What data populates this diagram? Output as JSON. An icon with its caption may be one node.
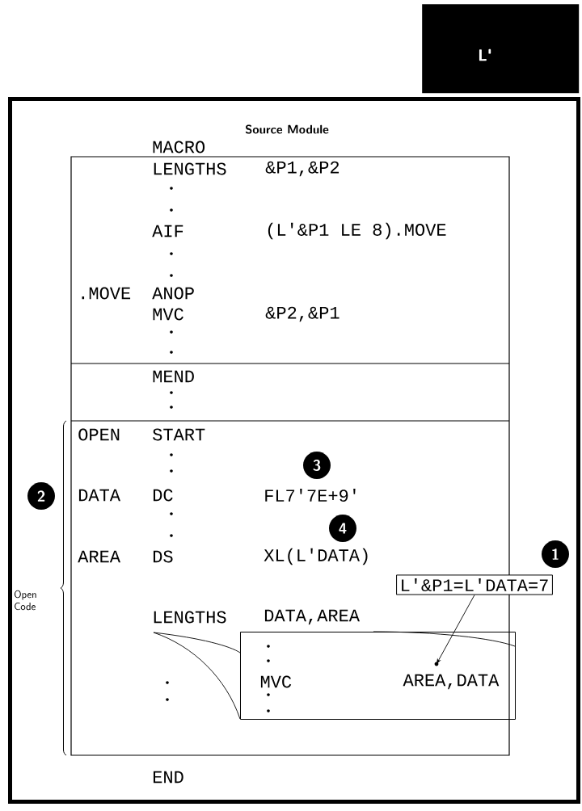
{
  "diagram": {
    "nodes": [
      {
        "text": [
          "L'"
        ]
      },
      {
        "text": [
          "Source Module"
        ]
      },
      {
        "text": [
          "3"
        ],
        "in": 1
      },
      {
        "text": [
          "2"
        ],
        "in": 1
      },
      {
        "text": [
          "4"
        ],
        "in": 1
      },
      {
        "text": [
          "1"
        ],
        "in": 1
      },
      {
        "text": [
          "L'&P1=L'DATA=7"
        ],
        "in": 1
      },
      {
        "text": [
          "MVC",
          "AREA,DATA"
        ],
        "in": 1
      }
    ],
    "edges": [
      {
        "from": 6,
        "to": 7,
        "arrow": "to"
      }
    ],
    "labels": [
      "MACRO",
      "LENGTHS",
      "&P1,&P2",
      "AIF",
      "(L'&P1 LE 8).MOVE",
      ".MOVE",
      "ANOP",
      "MVC",
      "&P2,&P1",
      "MEND",
      "OPEN",
      "START",
      "DATA",
      "DC",
      "FL7'7E+9'",
      "AREA",
      "DS",
      "XL(L'DATA)",
      "Open Code",
      "LENGTHS",
      "DATA,AREA",
      "END"
    ]
  }
}
